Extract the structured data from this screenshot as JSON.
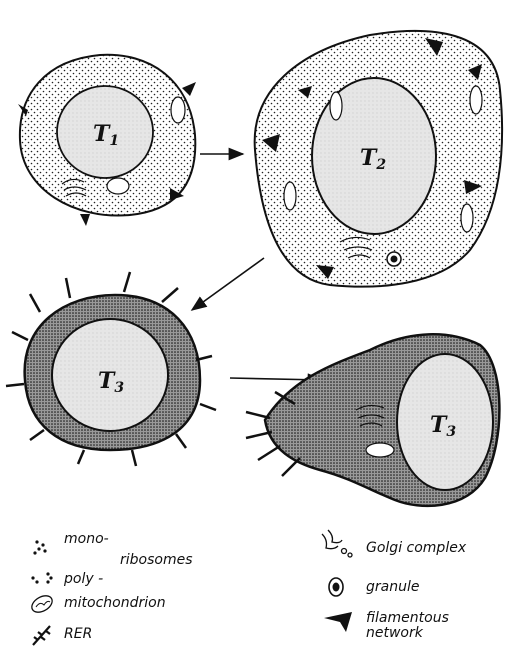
{
  "cells": {
    "t1": {
      "letter": "T",
      "sub": "1"
    },
    "t2": {
      "letter": "T",
      "sub": "2"
    },
    "t3a": {
      "letter": "T",
      "sub": "3"
    },
    "t3b": {
      "letter": "T",
      "sub": "3"
    }
  },
  "legend": {
    "ribosomes_mono": "mono-",
    "ribosomes_poly": "poly -",
    "ribosomes": "ribosomes",
    "mitochondrion": "mitochondrion",
    "rer": "RER",
    "golgi": "Golgi complex",
    "granule": "granule",
    "filamentous_1": "filamentous",
    "filamentous_2": "network"
  }
}
